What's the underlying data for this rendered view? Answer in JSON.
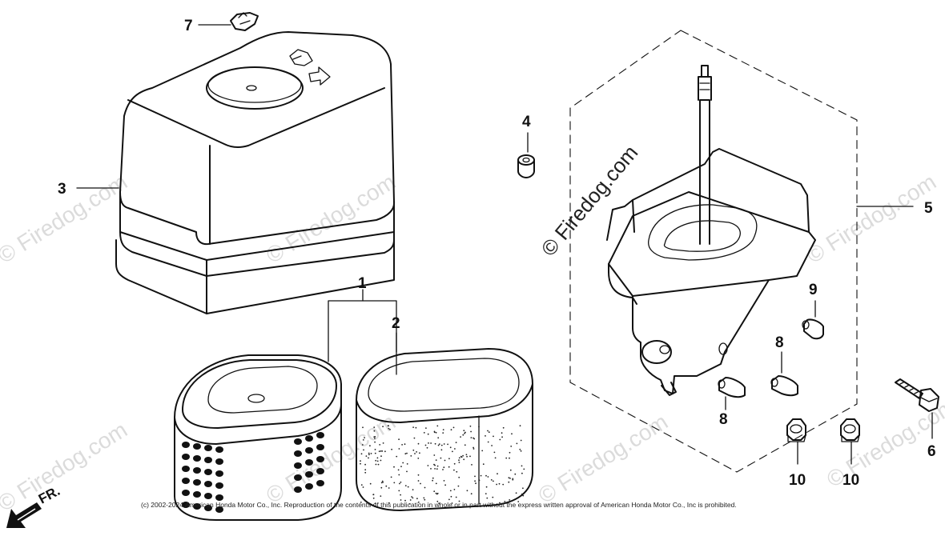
{
  "callouts": {
    "c1": "1",
    "c2": "2",
    "c3": "3",
    "c4": "4",
    "c5": "5",
    "c6": "6",
    "c7": "7",
    "c8a": "8",
    "c8b": "8",
    "c9": "9",
    "c10a": "10",
    "c10b": "10"
  },
  "watermark": "© Firedog.com",
  "front_label": "FR.",
  "copyright": "(c) 2002-2024 American Honda Motor Co., Inc. Reproduction of the contents of this publication in whole or in part without the express written approval of American Honda Motor Co., Inc is prohibited."
}
